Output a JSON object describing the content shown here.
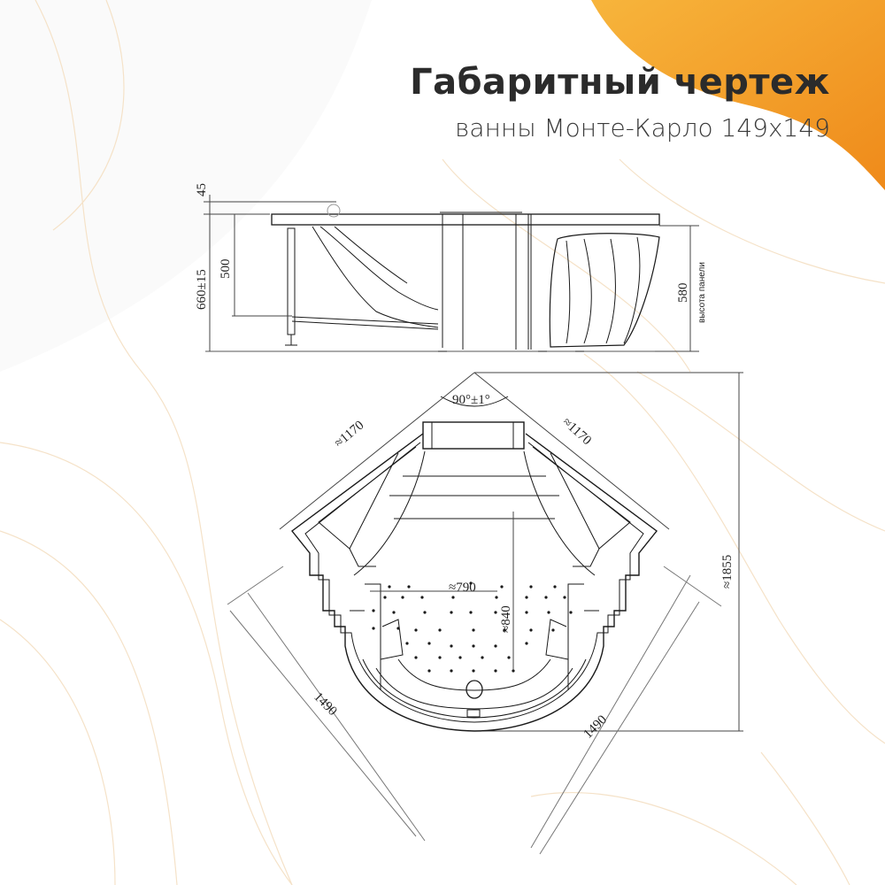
{
  "header": {
    "title": "Габаритный чертеж",
    "subtitle": "ванны Монте-Карло 149х149"
  },
  "side_view": {
    "dim_rim_height": "45",
    "dim_total_height": "660±15",
    "dim_inner_depth": "500",
    "dim_panel_height": "580",
    "panel_height_label": "высота панели"
  },
  "top_view": {
    "angle": "90°±1°",
    "dim_back_left": "≈1170",
    "dim_back_right": "≈1170",
    "dim_inner_width": "≈790",
    "dim_inner_length": "≈840",
    "dim_total_depth": "≈1855",
    "dim_side_left": "1490",
    "dim_side_right": "1490"
  },
  "colors": {
    "accent_orange": "#f39a1e",
    "line": "#1a1a1a",
    "bg_curves": "#f6e6cf"
  }
}
